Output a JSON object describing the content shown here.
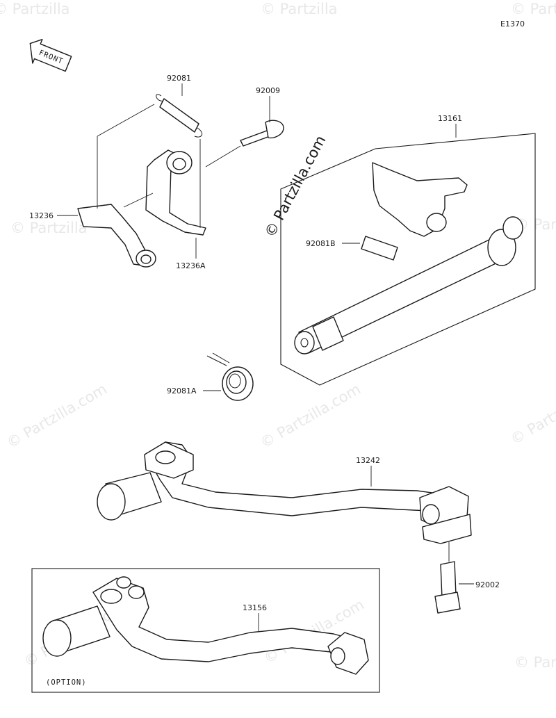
{
  "diagram_code": "E1370",
  "front_label": "FRONT",
  "watermark": "© Partzilla.com",
  "watermark_small": "© Partzilla",
  "option_label": "(OPTION)",
  "parts": {
    "p92081": "92081",
    "p92009": "92009",
    "p13161": "13161",
    "p13236": "13236",
    "p92081B": "92081B",
    "p13236A": "13236A",
    "p92081A": "92081A",
    "p13242": "13242",
    "p92002": "92002",
    "p13156": "13156"
  }
}
